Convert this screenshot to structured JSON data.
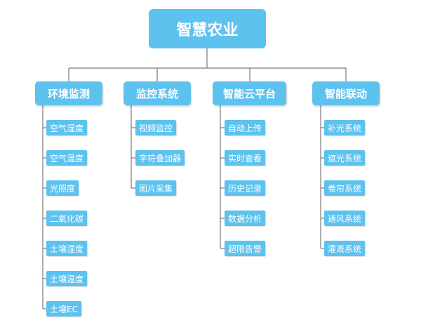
{
  "title": "智慧农业",
  "categories": [
    {
      "label": "环境监测",
      "items": [
        "空气湿度",
        "空气温度",
        "光照度",
        "二氧化碳",
        "土壤湿度",
        "土壤温度",
        "土壤EC"
      ]
    },
    {
      "label": "监控系统",
      "items": [
        "视频监控",
        "字符叠加器",
        "图片采集"
      ]
    },
    {
      "label": "智能云平台",
      "items": [
        "自动上传",
        "实时查看",
        "历史记录",
        "数据分析",
        "超限告警"
      ]
    },
    {
      "label": "智能联动",
      "items": [
        "补光系统",
        "遮光系统",
        "卷帘系统",
        "通风系统",
        "灌溉系统"
      ]
    }
  ],
  "colors": {
    "node_fill": "#5ec2ef",
    "node_text": "#ffffff",
    "connector": "#7a7a7a"
  }
}
